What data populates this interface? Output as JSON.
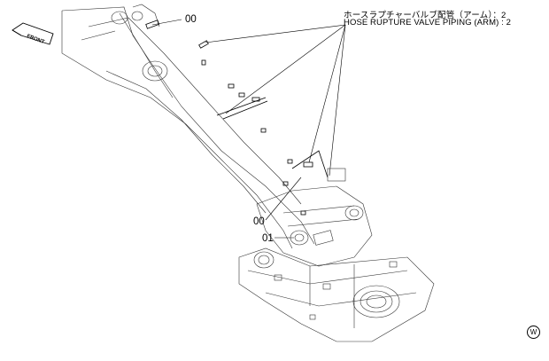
{
  "callout": {
    "title_jp": "ホースラプチャーバルブ配管（アーム）：2",
    "title_en": "HOSE RUPTURE VALVE PIPING (ARM) : 2"
  },
  "labels": {
    "part_a": "00",
    "part_b": "00",
    "part_c": "01"
  },
  "front_arrow": {
    "text": "FRONT"
  },
  "watermark": {
    "text": "W"
  }
}
